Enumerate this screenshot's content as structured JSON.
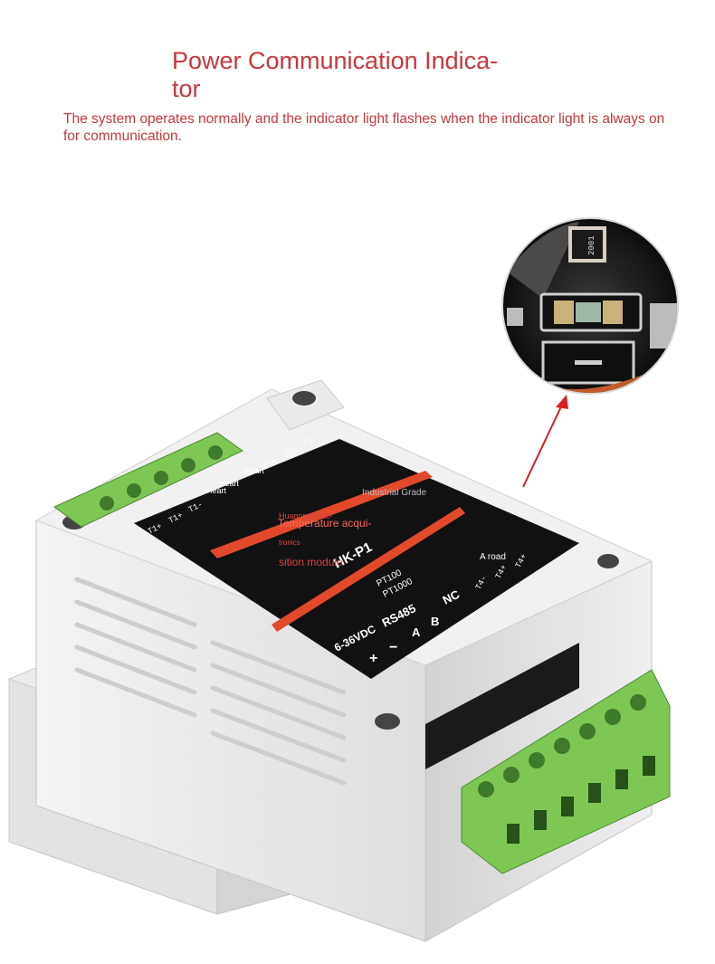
{
  "heading": {
    "title": "Power Communication Indica-  tor",
    "title_line1": "Power Communication Indica-",
    "title_line2": "tor",
    "description": "The system operates normally and the indicator light flashes when the indicator light is always on for communication."
  },
  "colors": {
    "text_red": "#c9373a",
    "housing": "#e9e9e9",
    "terminal_green": "#7dc855",
    "panel_black": "#111111",
    "stripe_orange": "#e2492b"
  },
  "module_label": {
    "model": "HK-P1",
    "sensor_options": [
      "PT100",
      "PT1000"
    ],
    "power": "6-36VDC",
    "power_pins": [
      "+",
      "−"
    ],
    "bus": "RS485",
    "bus_pins": [
      "A",
      "B"
    ],
    "nc": "NC",
    "terminals_top": [
      "T1+",
      "T1+",
      "T1-",
      "T3+",
      "T3+",
      "T3-"
    ],
    "terminals_right": [
      "T4-",
      "T4+",
      "T4+"
    ],
    "overlay_brand": "Huagong Elec- tronics",
    "overlay_brand_l1": "Huagong Elec-",
    "overlay_brand_l2": "tronics",
    "overlay_grade": "Industrial Grade",
    "overlay_product_l1": "Temperature acqui-",
    "overlay_product_l2": "sition module",
    "overlay_heart_a": "Heart",
    "overlay_heart_b": "Heart",
    "overlay_heart_c": "Heart",
    "overlay_road": "A road"
  },
  "zoom_detail": {
    "resistor_code": "2001"
  }
}
